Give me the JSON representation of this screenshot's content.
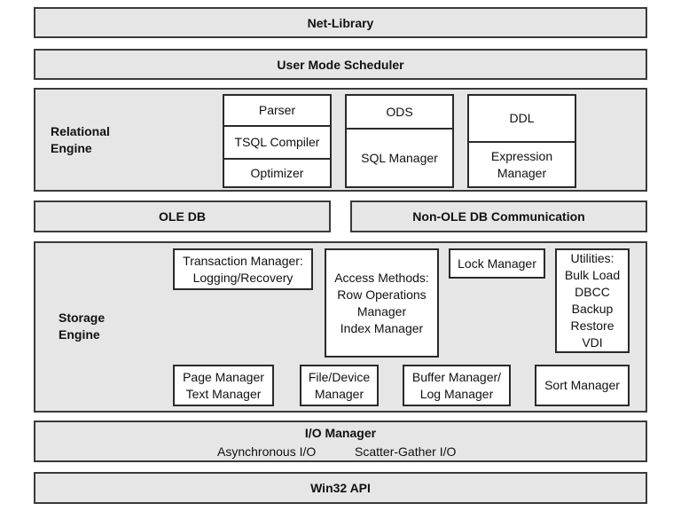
{
  "layers": {
    "net_library": "Net-Library",
    "user_mode_scheduler": "User Mode Scheduler",
    "relational_engine": "Relational\nEngine",
    "ole_db": "OLE DB",
    "non_ole_db": "Non-OLE DB Communication",
    "storage_engine": "Storage\nEngine",
    "io_manager": "I/O Manager",
    "async_io": "Asynchronous I/O",
    "scatter_gather_io": "Scatter-Gather I/O",
    "win32_api": "Win32 API"
  },
  "relational": {
    "parser": "Parser",
    "tsql_compiler": "TSQL Compiler",
    "optimizer": "Optimizer",
    "ods": "ODS",
    "sql_manager": "SQL Manager",
    "ddl": "DDL",
    "expression_manager": "Expression\nManager"
  },
  "storage": {
    "transaction_manager": "Transaction Manager:\nLogging/Recovery",
    "access_methods": "Access Methods:\nRow Operations\nManager\nIndex Manager",
    "lock_manager": "Lock Manager",
    "utilities": "Utilities:\nBulk Load\nDBCC\nBackup\nRestore\nVDI",
    "page_manager": "Page Manager\nText Manager",
    "file_device_manager": "File/Device\nManager",
    "buffer_manager": "Buffer Manager/\nLog Manager",
    "sort_manager": "Sort Manager"
  }
}
